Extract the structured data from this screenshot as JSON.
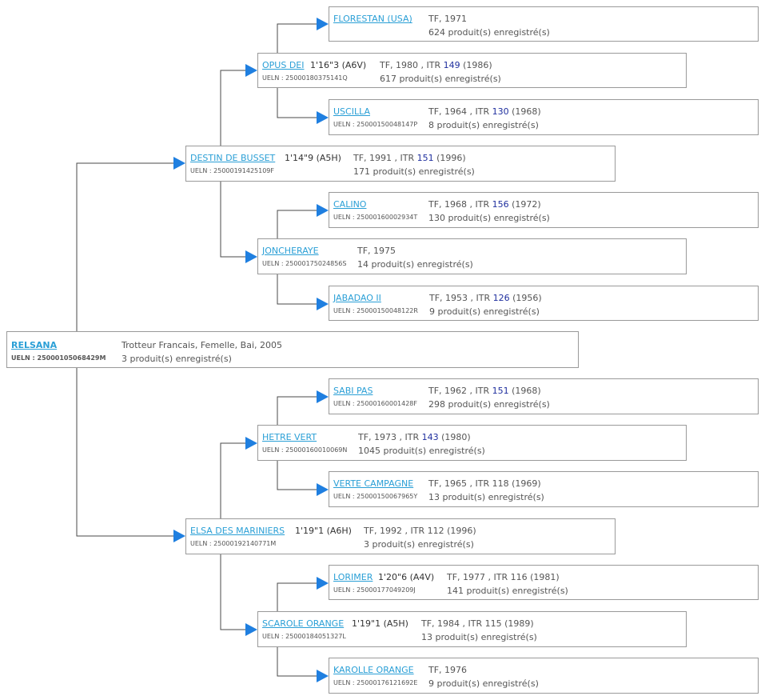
{
  "horses": {
    "relsana": {
      "name": "RELSANA",
      "ueln": "UELN : 25000105068429M",
      "info": "Trotteur Francais, Femelle, Bai, 2005",
      "produits": "3 produit(s) enregistré(s)"
    },
    "destin": {
      "name": "DESTIN DE BUSSET",
      "perf": "1'14\"9 (A5H)",
      "ueln": "UELN : 25000191425109F",
      "pre": "TF, 1991 , ITR ",
      "itr": "151",
      "post": " (1996)",
      "produits": "171 produit(s) enregistré(s)"
    },
    "opus": {
      "name": "OPUS DEI",
      "perf": "1'16\"3 (A6V)",
      "ueln": "UELN : 25000180375141Q",
      "pre": "TF, 1980 , ITR ",
      "itr": "149",
      "post": " (1986)",
      "produits": "617 produit(s) enregistré(s)"
    },
    "florestan": {
      "name": "FLORESTAN (USA)",
      "pre": "TF, 1971",
      "produits": "624 produit(s) enregistré(s)"
    },
    "uscilla": {
      "name": "USCILLA",
      "ueln": "UELN : 25000150048147P",
      "pre": "TF, 1964 , ITR ",
      "itr": "130",
      "post": " (1968)",
      "produits": "8 produit(s) enregistré(s)"
    },
    "joncheraye": {
      "name": "JONCHERAYE",
      "ueln": "UELN : 25000175024856S",
      "pre": "TF, 1975",
      "produits": "14 produit(s) enregistré(s)"
    },
    "calino": {
      "name": "CALINO",
      "ueln": "UELN : 25000160002934T",
      "pre": "TF, 1968 , ITR ",
      "itr": "156",
      "post": " (1972)",
      "produits": "130 produit(s) enregistré(s)"
    },
    "jabadao": {
      "name": "JABADAO II",
      "ueln": "UELN : 25000150048122R",
      "pre": "TF, 1953 , ITR ",
      "itr": "126",
      "post": " (1956)",
      "produits": "9 produit(s) enregistré(s)"
    },
    "elsa": {
      "name": "ELSA DES MARINIERS",
      "perf": "1'19\"1 (A6H)",
      "ueln": "UELN : 25000192140771M",
      "pre": "TF, 1992 , ITR 112 (1996)",
      "produits": "3 produit(s) enregistré(s)"
    },
    "hetre": {
      "name": "HETRE VERT",
      "ueln": "UELN : 25000160010069N",
      "pre": "TF, 1973 , ITR ",
      "itr": "143",
      "post": " (1980)",
      "produits": "1045 produit(s) enregistré(s)"
    },
    "sabi": {
      "name": "SABI PAS",
      "ueln": "UELN : 25000160001428F",
      "pre": "TF, 1962 , ITR ",
      "itr": "151",
      "post": " (1968)",
      "produits": "298 produit(s) enregistré(s)"
    },
    "verte": {
      "name": "VERTE CAMPAGNE",
      "ueln": "UELN : 25000150067965Y",
      "pre": "TF, 1965 , ITR 118 (1969)",
      "produits": "13 produit(s) enregistré(s)"
    },
    "scarole": {
      "name": "SCAROLE ORANGE",
      "perf": "1'19\"1 (A5H)",
      "ueln": "UELN : 25000184051327L",
      "pre": "TF, 1984 , ITR 115 (1989)",
      "produits": "13 produit(s) enregistré(s)"
    },
    "lorimer": {
      "name": "LORIMER",
      "perf": "1'20\"6 (A4V)",
      "ueln": "UELN : 25000177049209J",
      "pre": "TF, 1977 , ITR 116 (1981)",
      "produits": "141 produit(s) enregistré(s)"
    },
    "karolle": {
      "name": "KAROLLE ORANGE",
      "ueln": "UELN : 25000176121692E",
      "pre": "TF, 1976",
      "produits": "9 produit(s) enregistré(s)"
    }
  },
  "colors": {
    "link": "#2a9fd6",
    "itr": "#1f2f9e",
    "arrow": "#1f7fe0",
    "connector": "#4a4a4a",
    "border": "#9a9a9a"
  },
  "icons": {
    "connector_arrow": "arrow-right-icon"
  }
}
